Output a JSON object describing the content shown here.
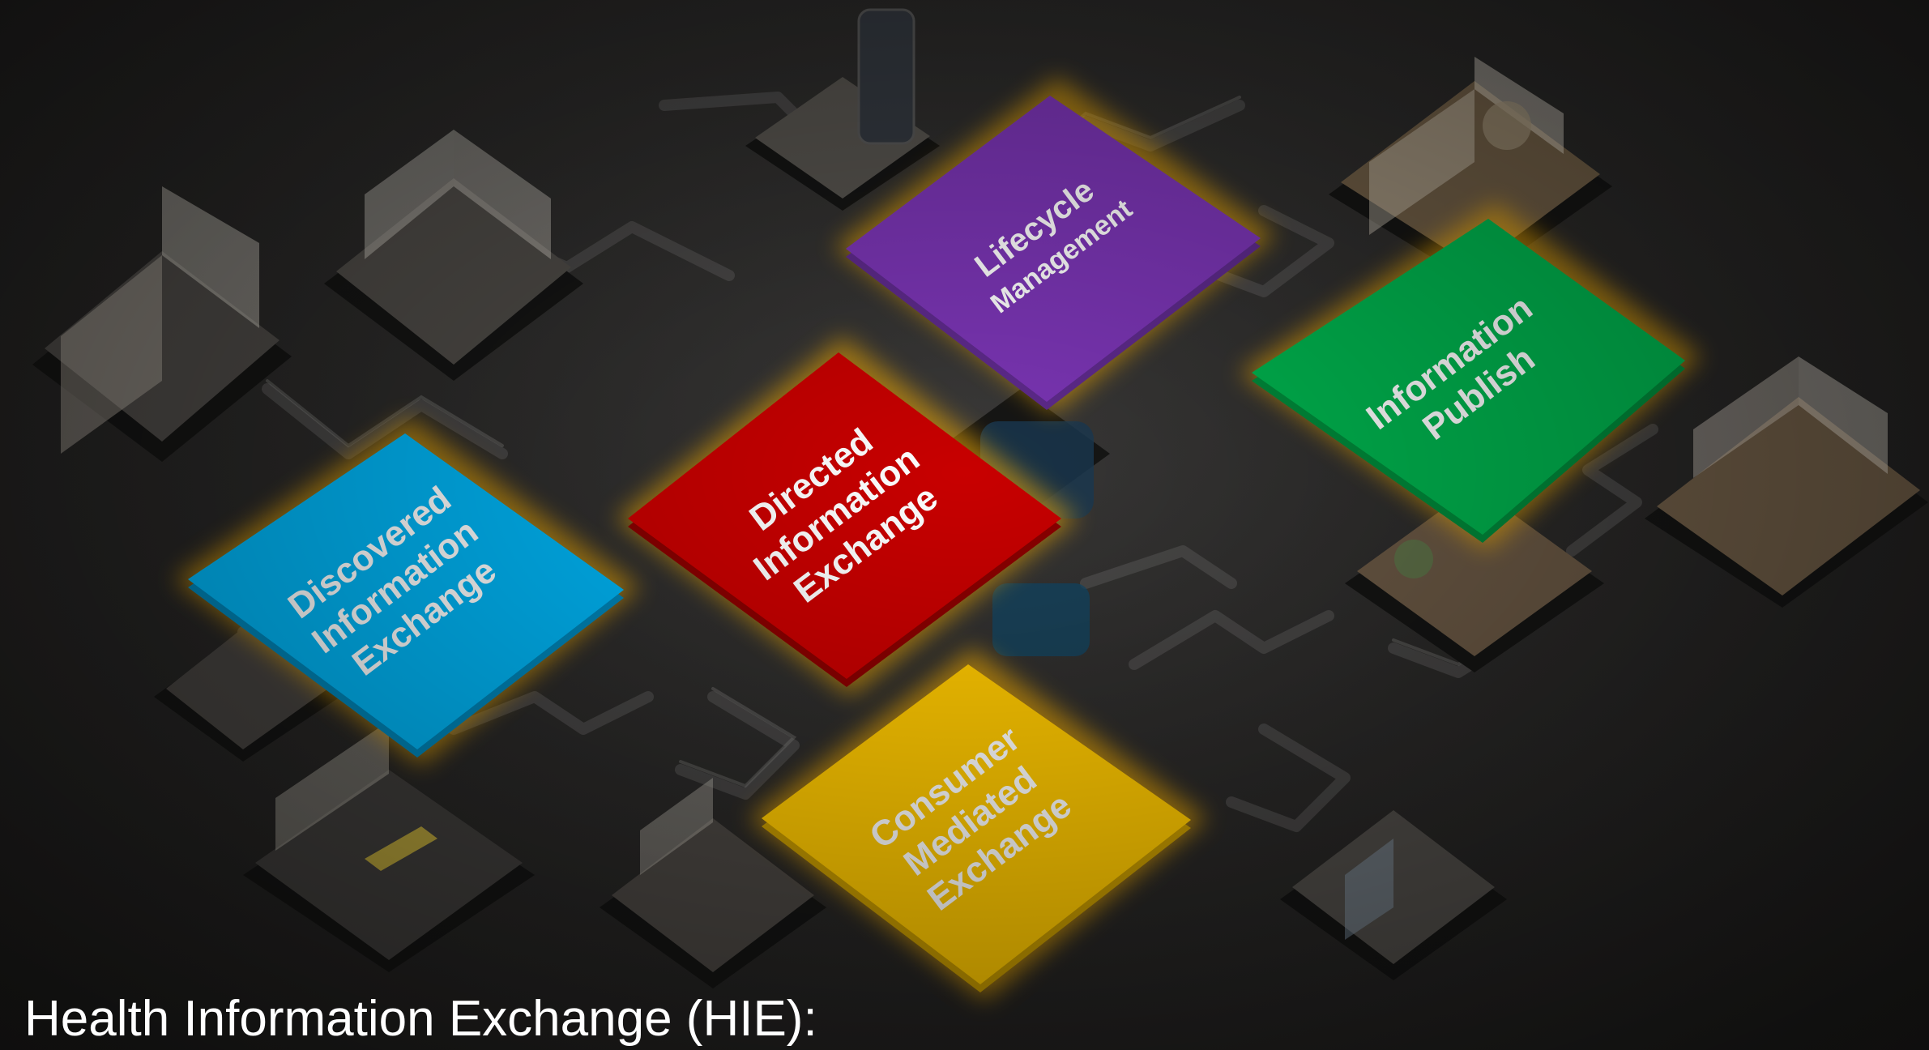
{
  "caption": "Health Information Exchange (HIE):",
  "tiles": {
    "lifecycle": {
      "lines": [
        "Lifecycle",
        "Management"
      ],
      "color": "#7b35b5",
      "edge": "#b27be0"
    },
    "publish": {
      "lines": [
        "Information",
        "Publish"
      ],
      "color": "#00b34e",
      "edge": "#5ee69a"
    },
    "directed": {
      "lines": [
        "Directed",
        "Information",
        "Exchange"
      ],
      "color": "#c80000",
      "edge": "#ff5a5a"
    },
    "discovered": {
      "lines": [
        "Discovered",
        "Information",
        "Exchange"
      ],
      "color": "#00b4f4",
      "edge": "#8fe3ff"
    },
    "consumer": {
      "lines": [
        "Consumer",
        "Mediated",
        "Exchange"
      ],
      "color": "#ffc800",
      "edge": "#ffe68a"
    }
  },
  "colors": {
    "background": "#2a2928",
    "glow": "#ffb400",
    "label": "#ffffff"
  }
}
